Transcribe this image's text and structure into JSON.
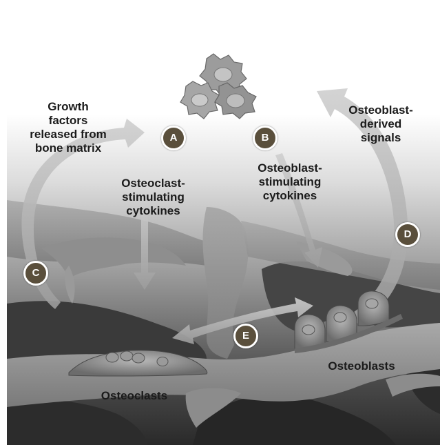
{
  "labels": {
    "growth_factors": "Growth\nfactors\nreleased from\nbone matrix",
    "osteoclast_cytokines": "Osteoclast-\nstimulating\ncytokines",
    "osteoblast_cytokines": "Osteoblast-\nstimulating\ncytokines",
    "osteoblast_signals": "Osteoblast-\nderived\nsignals",
    "osteoclasts": "Osteoclasts",
    "osteoblasts": "Osteoblasts"
  },
  "badges": {
    "a": "A",
    "b": "B",
    "c": "C",
    "d": "D",
    "e": "E"
  },
  "colors": {
    "badge_fill": "#5a4f3c",
    "badge_border": "#ffffff",
    "bone": "#8a8a8a",
    "cavity": "#2a2a2a"
  }
}
